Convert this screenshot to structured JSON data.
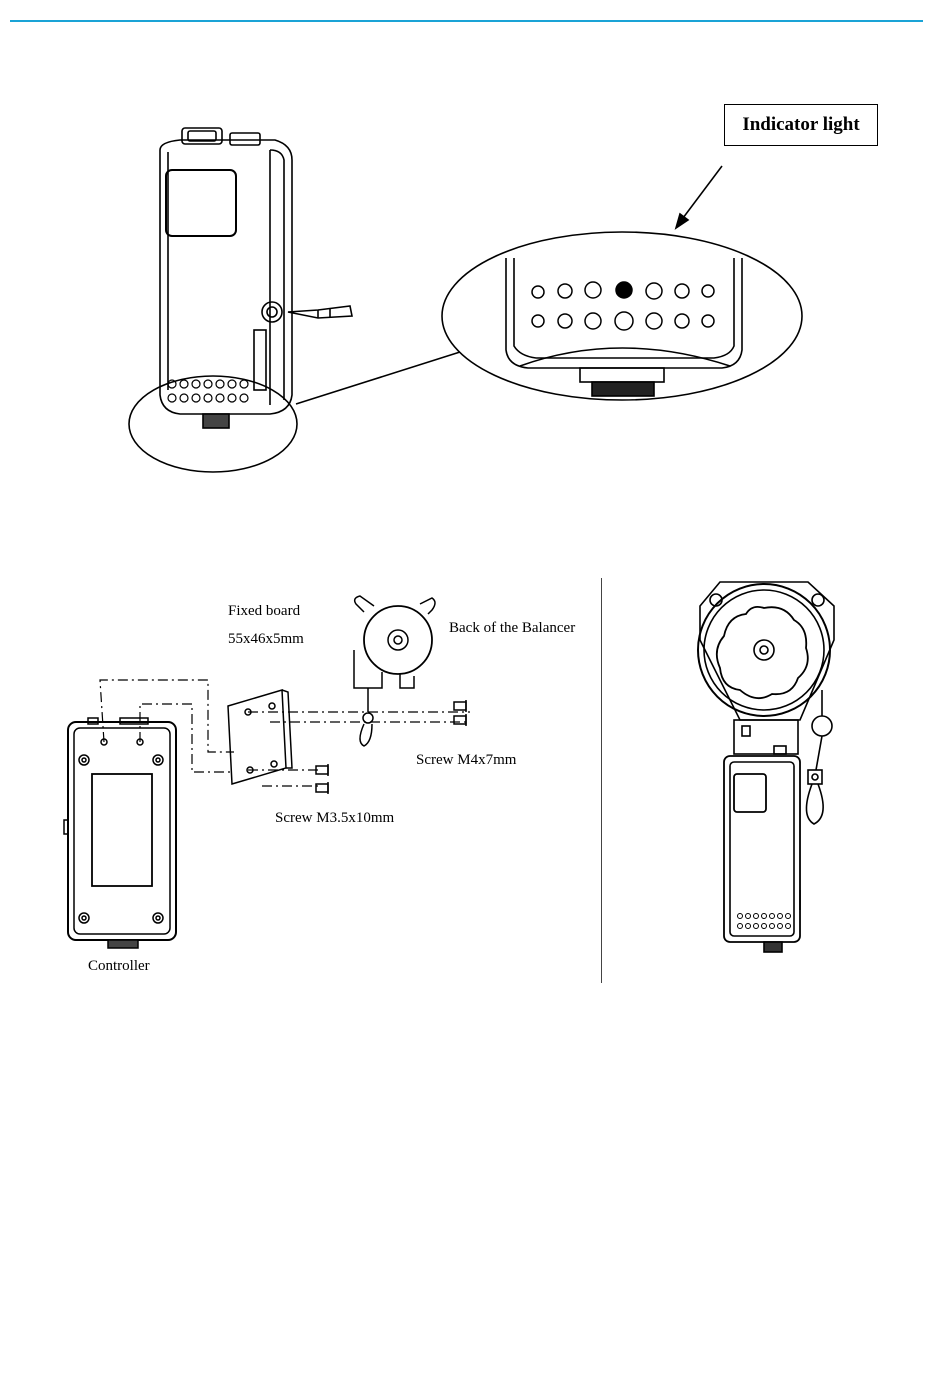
{
  "header": {
    "accent_color": "#1aa3d6"
  },
  "figure1": {
    "callout": "Indicator light",
    "indicator_rows": 2,
    "indicator_count_per_row": 7,
    "lit_indicator": {
      "row": 1,
      "index": 4
    }
  },
  "figure2": {
    "labels": {
      "fixed_board": "Fixed board",
      "fixed_board_size": "55x46x5mm",
      "balancer_back": "Back of the Balancer",
      "screw_m4": "Screw M4x7mm",
      "screw_m35": "Screw M3.5x10mm",
      "controller": "Controller"
    }
  }
}
